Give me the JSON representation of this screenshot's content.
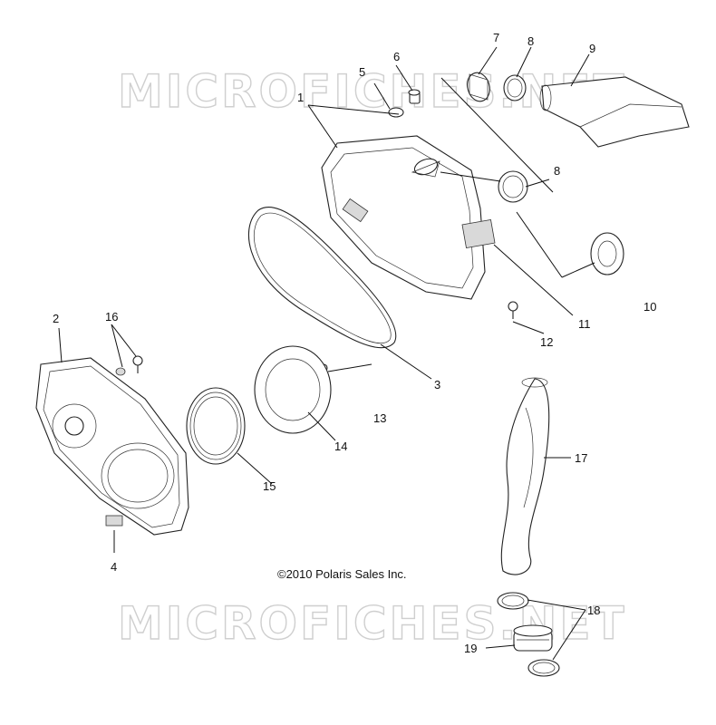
{
  "watermark_top": "MICROFICHES.NET",
  "watermark_bottom": "MICROFICHES.NET",
  "copyright": "©2010 Polaris Sales Inc.",
  "callouts": {
    "c1": "1",
    "c2": "2",
    "c3": "3",
    "c4": "4",
    "c5": "5",
    "c6": "6",
    "c7": "7",
    "c8a": "8",
    "c8b": "8",
    "c9": "9",
    "c10": "10",
    "c11": "11",
    "c12": "12",
    "c13": "13",
    "c14": "14",
    "c15": "15",
    "c16": "16",
    "c17": "17",
    "c18": "18",
    "c19": "19"
  }
}
